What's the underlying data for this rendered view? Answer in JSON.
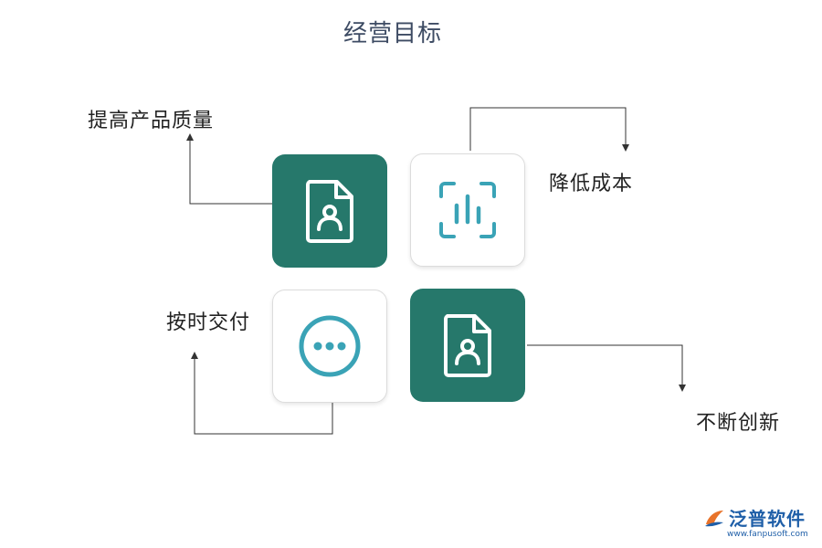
{
  "title": "经营目标",
  "goals": {
    "top_left": "提高产品质量",
    "top_right": "降低成本",
    "bottom_left": "按时交付",
    "bottom_right": "不断创新"
  },
  "tiles": {
    "top_left_icon": "document-person-icon",
    "top_right_icon": "bar-chart-scan-icon",
    "bottom_left_icon": "ellipsis-circle-icon",
    "bottom_right_icon": "document-person-icon"
  },
  "colors": {
    "dark_tile": "#26786b",
    "light_tile_icon": "#3aa3b6",
    "title": "#3d4b63",
    "logo": "#1f5fa8"
  },
  "logo": {
    "name": "泛普软件",
    "url": "www.fanpusoft.com"
  }
}
